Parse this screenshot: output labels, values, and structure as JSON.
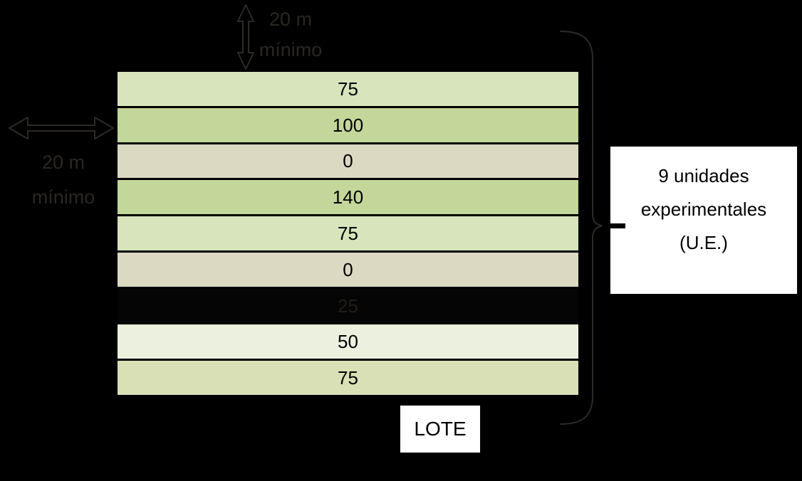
{
  "background_color": "#000000",
  "spacing_labels": {
    "top": {
      "line1": "20 m",
      "line2": "mínimo"
    },
    "left": {
      "line1": "20 m",
      "line2": "mínimo"
    }
  },
  "field_table": {
    "description": "stack of 9 horizontal experimental-unit strips with treatment values",
    "rows": [
      {
        "value": "75",
        "color": "#d7e4bc"
      },
      {
        "value": "100",
        "color": "#c4d79b"
      },
      {
        "value": "0",
        "color": "#dcd9c3"
      },
      {
        "value": "140",
        "color": "#c4d79b"
      },
      {
        "value": "75",
        "color": "#d7e4bc"
      },
      {
        "value": "0",
        "color": "#dcd9c3"
      },
      {
        "value": "25",
        "color": "#050505",
        "text_color": "#201d1a"
      },
      {
        "value": "50",
        "color": "#ebf1de"
      },
      {
        "value": "75",
        "color": "#d9e0b5"
      }
    ]
  },
  "ue_box": {
    "line1": "9 unidades",
    "line2": "experimentales",
    "line3": "(U.E.)"
  },
  "lote_box": {
    "label": "LOTE"
  },
  "colors": {
    "canvas_background": "#000000",
    "box_background": "#ffffff",
    "box_text": "#000000",
    "row_text": "#000000",
    "faint_annotation": "#2a2622"
  }
}
